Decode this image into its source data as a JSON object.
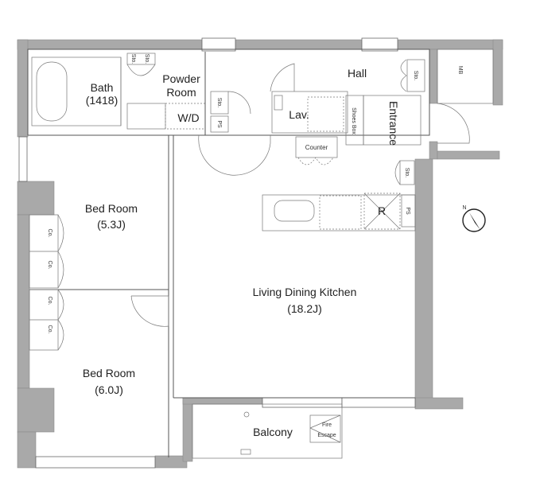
{
  "rooms": {
    "bath": {
      "name": "Bath",
      "size": "(1418)"
    },
    "powder": {
      "line1": "Powder",
      "line2": "Room"
    },
    "wd": "W/D",
    "lav": "Lav.",
    "hall": "Hall",
    "entrance": "Entrance",
    "shoes_box": "Shoes Box",
    "counter": "Counter",
    "mb": "MB",
    "bed1": {
      "name": "Bed Room",
      "size": "(5.3J)"
    },
    "bed2": {
      "name": "Bed Room",
      "size": "(6.0J)"
    },
    "ldk": {
      "name": "Living Dining Kitchen",
      "size": "(18.2J)"
    },
    "balcony": "Balcony",
    "fire_escape": {
      "line1": "Fire",
      "line2": "Escape"
    }
  },
  "storage": {
    "sto": "Sto.",
    "ps": "PS",
    "co": "Co.",
    "fridge": "R"
  },
  "icons": {
    "compass": "north-arrow-icon"
  }
}
